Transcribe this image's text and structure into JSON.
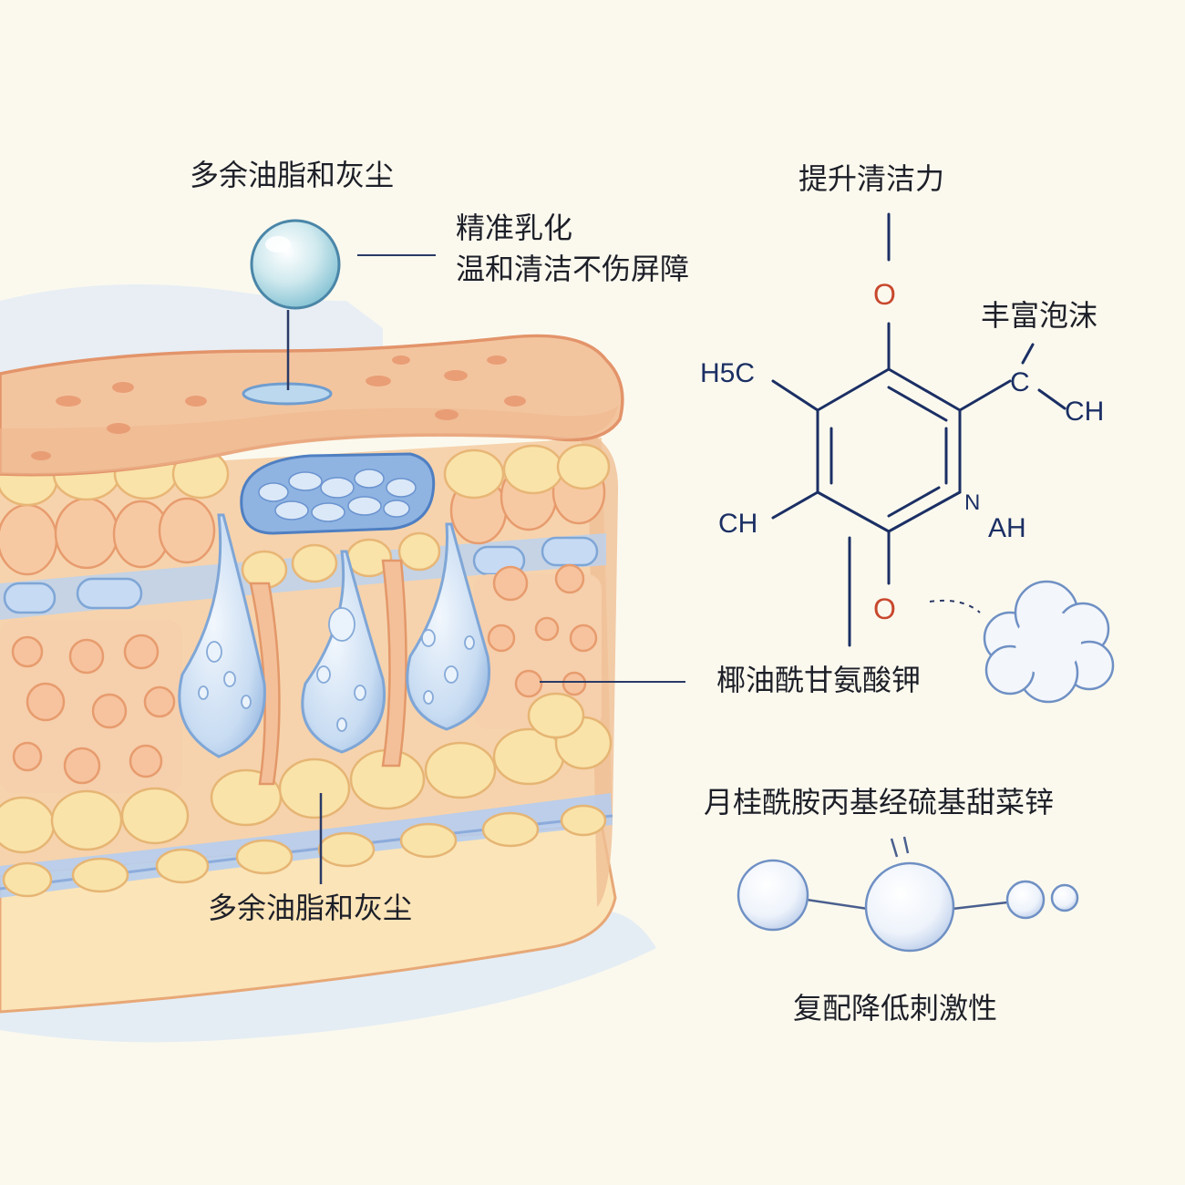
{
  "labels": {
    "top_dirt": "多余油脂和灰尘",
    "emulsify_line1": "精准乳化",
    "emulsify_line2": "温和清洁不伤屏障",
    "bottom_dirt": "多余油脂和灰尘",
    "boost_clean": "提升清洁力",
    "rich_foam": "丰富泡沫",
    "ingredient_1": "椰油酰甘氨酸钾",
    "ingredient_2": "月桂酰胺丙基经硫基甜菜锌",
    "reduce_irritation": "复配降低刺激性"
  },
  "molecule": {
    "atom_o_top": "O",
    "atom_o_bottom": "O",
    "group_h5c": "H5C",
    "group_c": "C",
    "group_ch_right": "CH",
    "group_ch_left": "CH",
    "atom_n": "N",
    "group_ah": "AH"
  },
  "colors": {
    "background": "#fbf9ee",
    "skin_top": "#f2c6a0",
    "skin_outline": "#e59a6c",
    "cell_peach": "#f6c9a2",
    "cell_yellow": "#f8e2a8",
    "water_blue": "#b9d4ef",
    "water_outline": "#7fa6d6",
    "bond_navy": "#1b2f64",
    "oxygen_red": "#c8482d",
    "bubble_outline": "#6f90c4"
  }
}
